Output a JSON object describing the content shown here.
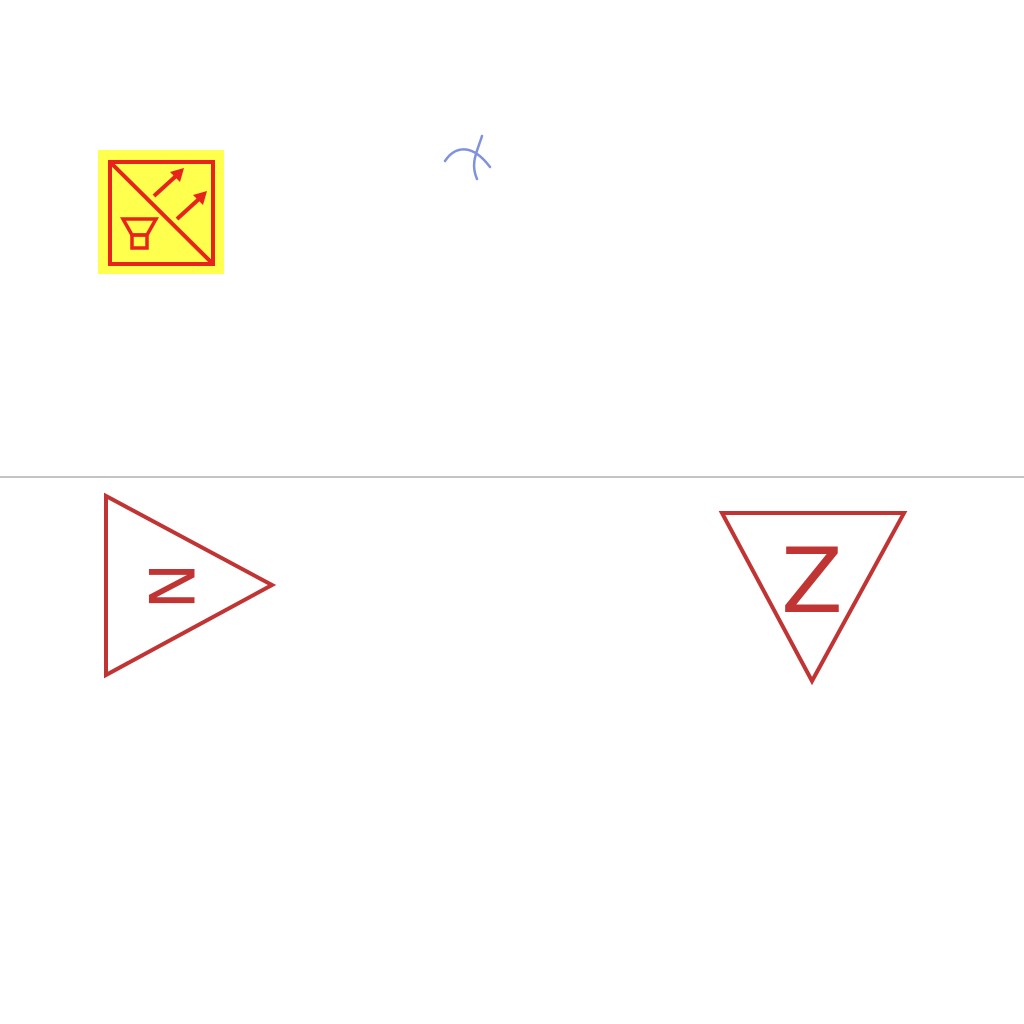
{
  "colors": {
    "background": "#ffffff",
    "divider": "#b0b0b0",
    "symbol_fill": "#ffff4d",
    "symbol_red": "#e8221d",
    "triangle_red": "#c13434",
    "scribble_blue": "#7f93dc"
  },
  "symbols": {
    "mixed_signal": {
      "icon": "yellow-red-crossed-box-with-arrows-and-horn"
    },
    "triangle_right": {
      "letter": "N"
    },
    "triangle_down": {
      "letter": "Z"
    },
    "scribble": {
      "icon": "blue-arc-cross-mark"
    }
  }
}
